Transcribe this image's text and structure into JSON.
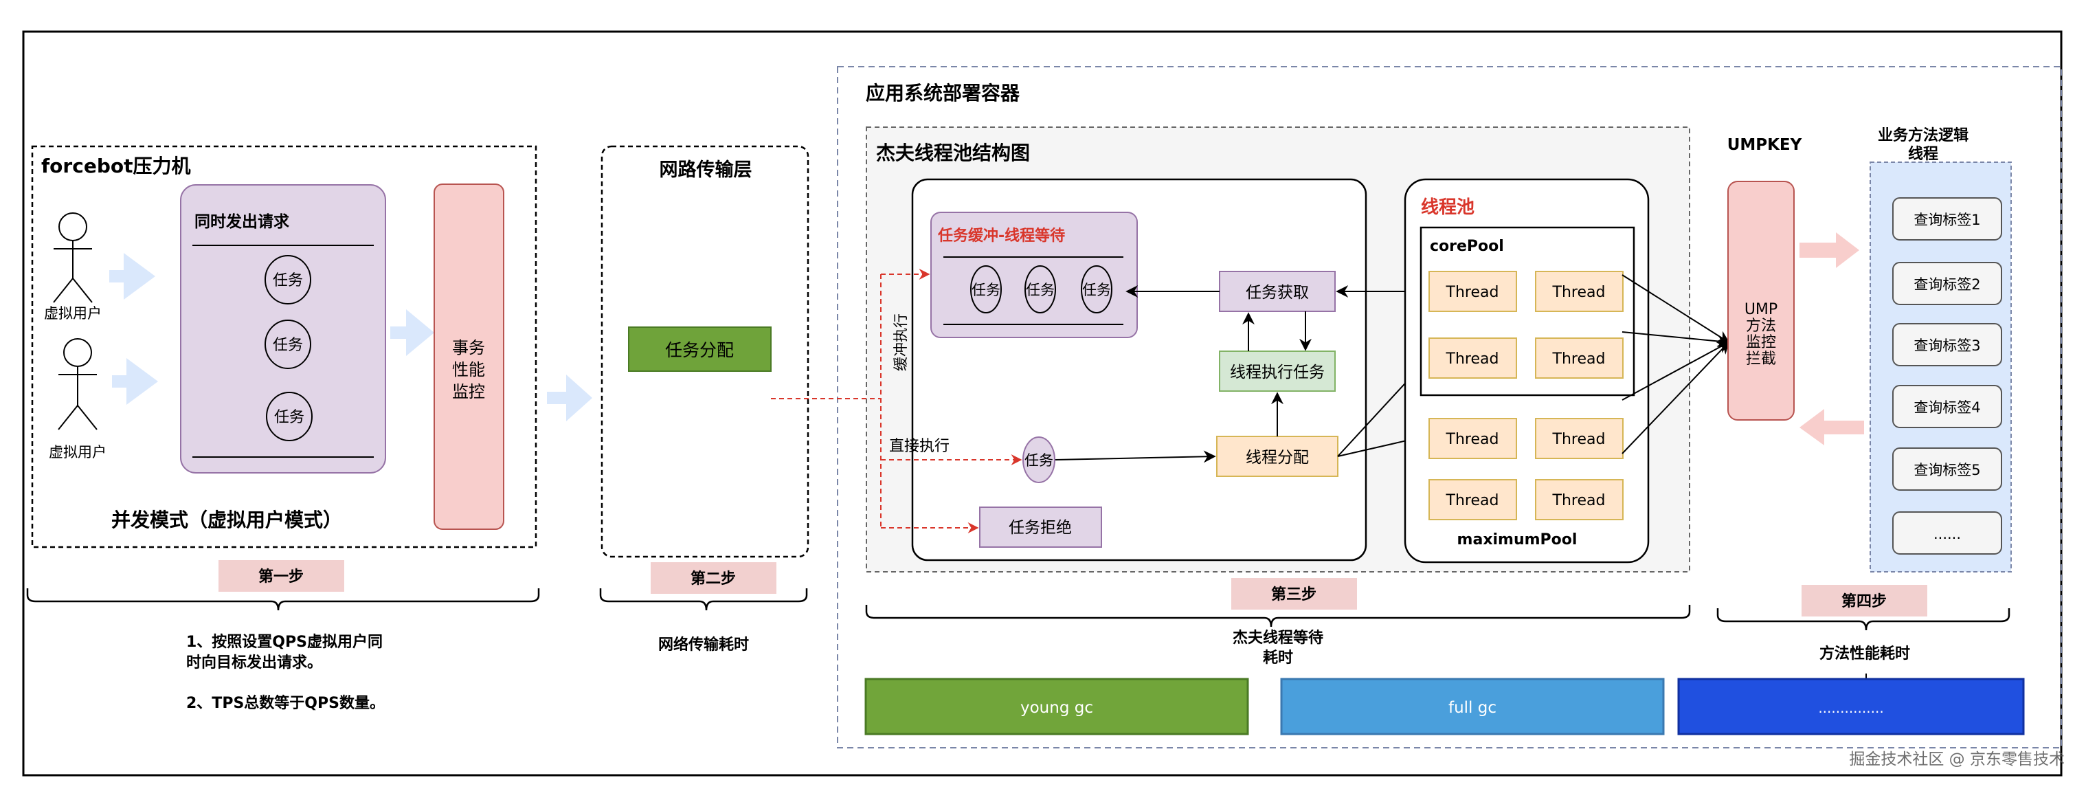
{
  "colors": {
    "purple_fill": "#e1d5e7",
    "purple_stroke": "#9673a6",
    "pink_fill": "#f8cecc",
    "pink_stroke": "#b85450",
    "step_label_fill": "#f2d0cf",
    "orange_fill": "#ffe6cc",
    "orange_stroke": "#d6b656",
    "green_fill": "#6fa33a",
    "green_stroke": "#4a7a24",
    "light_green_fill": "#d5e8d4",
    "light_green_stroke": "#82b366",
    "blue_arrow": "#dae8fc",
    "pink_arrow": "#f8cecc",
    "red_dash": "#d9362b",
    "gray_area": "#f5f5f5",
    "slate_dash": "#7a86a8",
    "young_gc": "#71a53a",
    "full_gc": "#4a9fdc",
    "ellipsis_bar": "#2050e0",
    "biz_panel": "#dae8fc"
  },
  "stage1": {
    "title": "forcebot压力机",
    "user1": "虚拟用户",
    "user2": "虚拟用户",
    "request_box_title": "同时发出请求",
    "tasks": [
      "任务",
      "任务",
      "任务"
    ],
    "monitor_lines": [
      "事务",
      "性能",
      "监控"
    ],
    "mode_caption": "并发模式（虚拟用户模式）",
    "step_label": "第一步",
    "notes": [
      "1、按照设置QPS虚拟用户同",
      "时向目标发出请求。",
      "2、TPS总数等于QPS数量。"
    ]
  },
  "stage2": {
    "title": "网路传输层",
    "dispatch": "任务分配",
    "step_label": "第二步",
    "caption": "网络传输耗时"
  },
  "stage3": {
    "container_title": "应用系统部署容器",
    "pool_diagram_title": "杰夫线程池结构图",
    "buffer_title": "任务缓冲-线程等待",
    "buffer_tasks": [
      "任务",
      "任务",
      "任务"
    ],
    "task_fetch": "任务获取",
    "thread_exec": "线程执行任务",
    "thread_dispatch": "线程分配",
    "direct_task": "任务",
    "task_reject": "任务拒绝",
    "label_buffer_exec": "缓冲执行",
    "label_direct_exec": "直接执行",
    "thread_pool_title": "线程池",
    "core_pool": "corePool",
    "maximum_pool": "maximumPool",
    "threads": [
      "Thread",
      "Thread",
      "Thread",
      "Thread",
      "Thread",
      "Thread",
      "Thread",
      "Thread"
    ],
    "step_label": "第三步",
    "caption": [
      "杰夫线程等待",
      "耗时"
    ]
  },
  "stage4": {
    "umpkey_title": "UMPKEY",
    "ump_lines": [
      "UMP",
      "方法",
      "监控",
      "拦截"
    ],
    "biz_title": [
      "业务方法逻辑",
      "线程"
    ],
    "biz_items": [
      "查询标签1",
      "查询标签2",
      "查询标签3",
      "查询标签4",
      "查询标签5",
      "......"
    ],
    "step_label": "第四步",
    "caption": "方法性能耗时"
  },
  "gc_bars": {
    "young": "young gc",
    "full": "full gc",
    "other": "..............."
  },
  "watermark": "掘金技术社区 @ 京东零售技术"
}
